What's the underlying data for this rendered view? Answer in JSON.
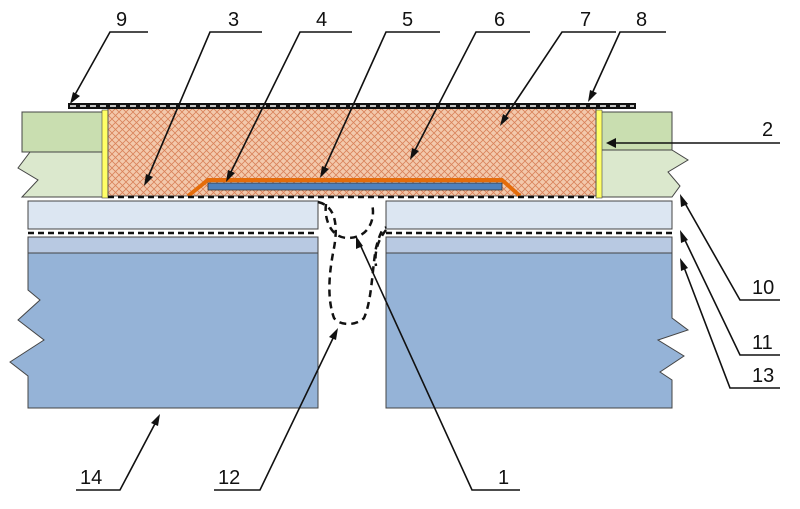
{
  "labels": {
    "l1": "1",
    "l2": "2",
    "l3": "3",
    "l4": "4",
    "l5": "5",
    "l6": "6",
    "l7": "7",
    "l8": "8",
    "l9": "9",
    "l10": "10",
    "l11": "11",
    "l12": "12",
    "l13": "13",
    "l14": "14"
  },
  "colors": {
    "grid_green": "#c9deb0",
    "grid_green_light": "#dbe8cd",
    "insulation": "#f3c9ac",
    "insulation_hatch": "#d9825a",
    "slab_light": "#dce6f2",
    "slab_mid": "#b8c9e2",
    "slab_blue": "#95b3d7",
    "orange_strip": "#e46c0a",
    "blue_strip": "#4f81bd",
    "yellow_strip": "#ffff66"
  }
}
